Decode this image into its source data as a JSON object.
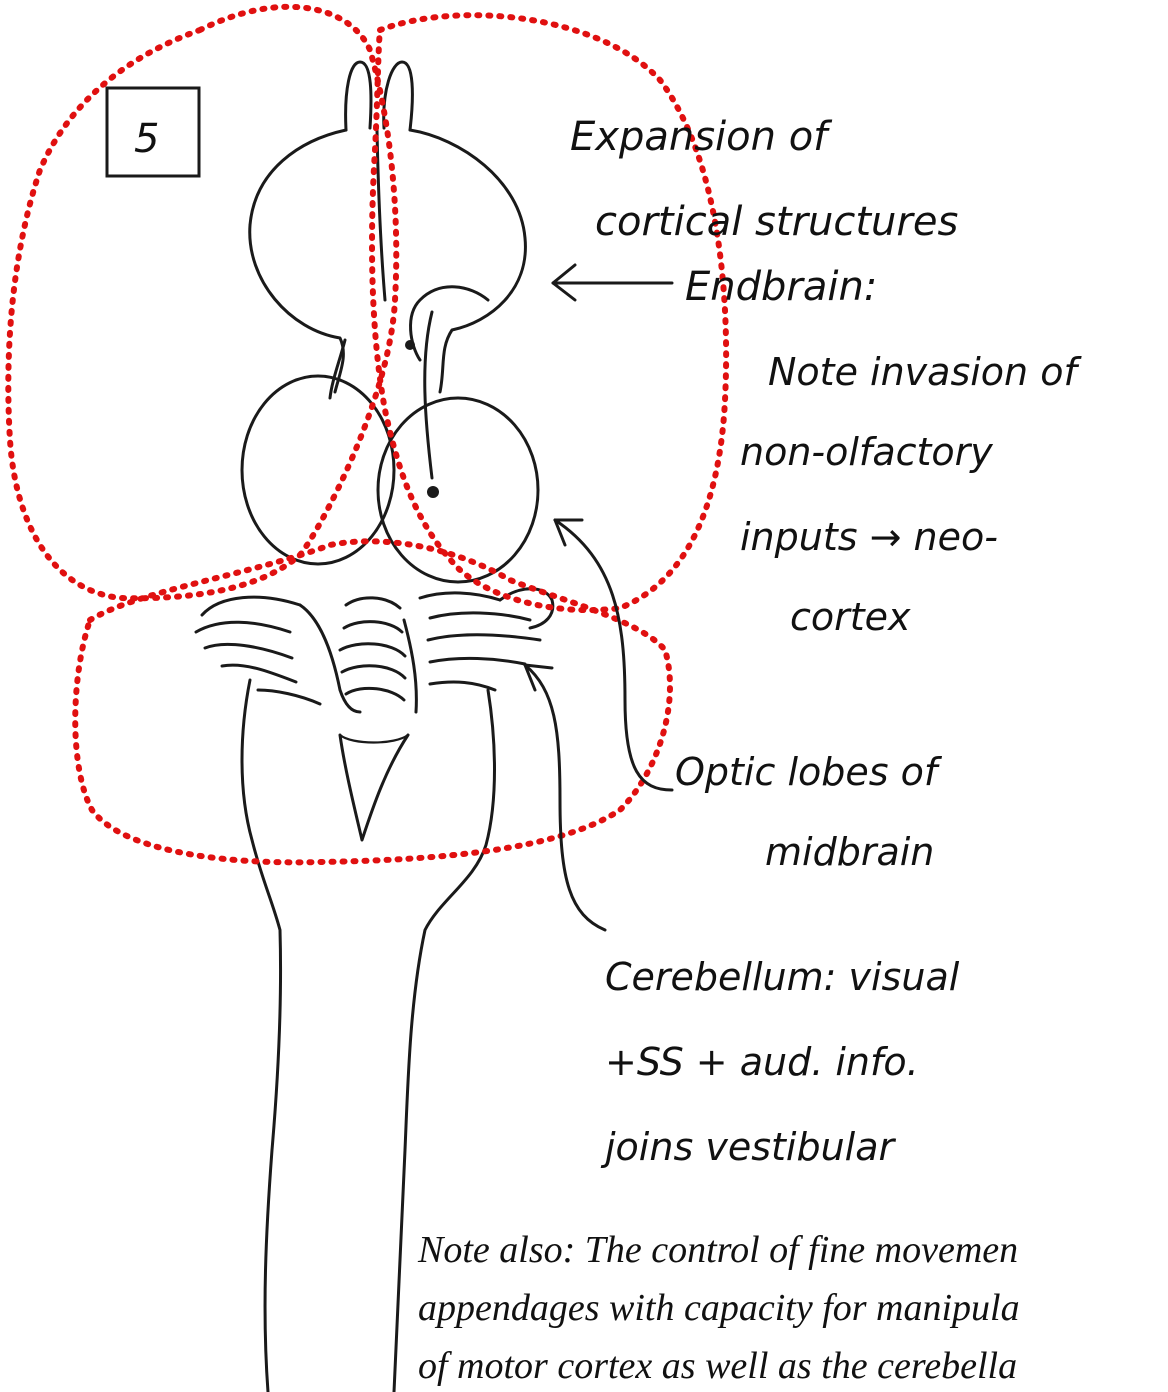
{
  "panel_number": "5",
  "annotations": {
    "expansion_line1": "Expansion of",
    "expansion_line2": "cortical structures",
    "endbrain_label": "Endbrain:",
    "endbrain_note_line1": "Note invasion of",
    "endbrain_note_line2": "non-olfactory",
    "endbrain_note_line3": "inputs → neo-",
    "endbrain_note_line4": "cortex",
    "optic_line1": "Optic lobes of",
    "optic_line2": "midbrain",
    "cerebellum_line1": "Cerebellum: visual",
    "cerebellum_line2": "+SS + aud. info.",
    "cerebellum_line3": "joins vestibular"
  },
  "footnote": {
    "line1": "Note also: The control of fine movemen",
    "line2": "appendages with capacity for manipula",
    "line3": "of motor cortex as well as the cerebella"
  },
  "colors": {
    "ink": "#1a1a1a",
    "region_outline": "#e01010",
    "background": "#ffffff"
  }
}
